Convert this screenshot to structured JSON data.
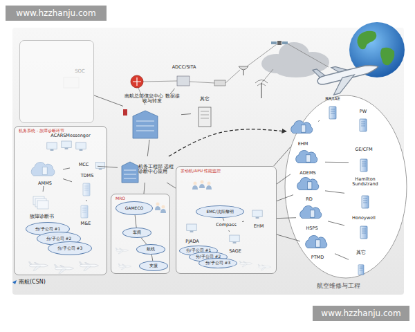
{
  "diagram": {
    "nodes": [
      {
        "text": [
          "SOC"
        ]
      },
      {
        "text": [
          "ADCC/SITA"
        ]
      },
      {
        "text": [
          "南航总部信息中心 数据接收与转发"
        ]
      },
      {
        "text": [
          "其它"
        ]
      },
      {
        "text": [
          "机务系统 - 故障诊断环节"
        ]
      },
      {
        "text": [
          "ACARSMessenger"
        ],
        "in": 4
      },
      {
        "text": [
          "MCC"
        ],
        "in": 4
      },
      {
        "text": [
          "AMMS"
        ],
        "in": 4
      },
      {
        "text": [
          "TDMS"
        ],
        "in": 4
      },
      {
        "text": [
          "故障诊断书"
        ],
        "in": 4
      },
      {
        "text": [
          "M&E"
        ],
        "in": 4
      },
      {
        "text": [
          "分/子公司 #1"
        ],
        "in": 4
      },
      {
        "text": [
          "分/子公司 #2"
        ],
        "in": 4
      },
      {
        "text": [
          "分/子公司 #3"
        ],
        "in": 4
      },
      {
        "text": [
          "机务工程部 远程诊断中心应用"
        ]
      },
      {
        "text": [
          "MRO"
        ]
      },
      {
        "text": [
          "GAMECO"
        ],
        "in": 15
      },
      {
        "text": [
          "车间"
        ],
        "in": 15
      },
      {
        "text": [
          "航线"
        ],
        "in": 15
      },
      {
        "text": [
          "支援"
        ],
        "in": 15
      },
      {
        "text": [
          "发动机/APU 性能监控"
        ]
      },
      {
        "text": [
          "EMC/沈阳黎明"
        ],
        "in": 20
      },
      {
        "text": [
          "Compass"
        ],
        "in": 20
      },
      {
        "text": [
          "EHM"
        ],
        "in": 20
      },
      {
        "text": [
          "SAGE"
        ],
        "in": 20
      },
      {
        "text": [
          "PJADA"
        ],
        "in": 20
      },
      {
        "text": [
          "分/子公司 #1"
        ],
        "in": 20
      },
      {
        "text": [
          "分/子公司 #2"
        ],
        "in": 20
      },
      {
        "text": [
          "分/子公司 #3"
        ],
        "in": 20
      },
      {
        "text": [
          "EHM"
        ]
      },
      {
        "text": [
          "RR/IAE"
        ]
      },
      {
        "text": [
          "PW"
        ]
      },
      {
        "text": [
          "ADEMS"
        ]
      },
      {
        "text": [
          "GE/CFM"
        ]
      },
      {
        "text": [
          "RD"
        ]
      },
      {
        "text": [
          "Hamilton Sundstrand"
        ]
      },
      {
        "text": [
          "HSPS"
        ]
      },
      {
        "text": [
          "Honeywell"
        ]
      },
      {
        "text": [
          "PTMD"
        ]
      },
      {
        "text": [
          "其它"
        ]
      }
    ],
    "edges": [
      {
        "from": 2,
        "to": 1,
        "arrow": "none"
      },
      {
        "from": 2,
        "to": 3,
        "arrow": "none"
      },
      {
        "from": 2,
        "to": 14,
        "arrow": "none"
      },
      {
        "from": 6,
        "to": 14,
        "arrow": "none"
      },
      {
        "from": 14,
        "to": 15,
        "arrow": "none"
      },
      {
        "from": 14,
        "to": 20,
        "arrow": "none"
      },
      {
        "from": 14,
        "to": 29,
        "arrow": "to"
      },
      {
        "from": 7,
        "to": 6,
        "arrow": "none"
      },
      {
        "from": 7,
        "to": 8,
        "arrow": "none"
      },
      {
        "from": 7,
        "to": 9,
        "arrow": "none"
      },
      {
        "from": 8,
        "to": 10,
        "arrow": "none"
      },
      {
        "from": 16,
        "to": 17,
        "arrow": "none"
      },
      {
        "from": 17,
        "to": 18,
        "arrow": "none"
      },
      {
        "from": 18,
        "to": 19,
        "arrow": "none"
      },
      {
        "from": 21,
        "to": 22,
        "arrow": "none"
      },
      {
        "from": 22,
        "to": 23,
        "arrow": "none"
      },
      {
        "from": 22,
        "to": 24,
        "arrow": "none"
      },
      {
        "from": 20,
        "to": 29,
        "arrow": "none"
      },
      {
        "from": 20,
        "to": 32,
        "arrow": "none"
      },
      {
        "from": 20,
        "to": 34,
        "arrow": "none"
      },
      {
        "from": 20,
        "to": 36,
        "arrow": "none"
      },
      {
        "from": 20,
        "to": 38,
        "arrow": "none"
      },
      {
        "from": 29,
        "to": 30,
        "arrow": "none"
      },
      {
        "from": 32,
        "to": 33,
        "arrow": "none"
      },
      {
        "from": 34,
        "to": 35,
        "arrow": "none"
      },
      {
        "from": 36,
        "to": 37,
        "arrow": "none"
      },
      {
        "from": 38,
        "to": 39,
        "arrow": "none"
      },
      {
        "from": 0,
        "to": 2,
        "arrow": "none"
      }
    ],
    "labels": [
      "www.hzzhanju.com",
      "www.hzzhanju.com",
      "航空维修与工程",
      "南航(CSN)"
    ]
  }
}
